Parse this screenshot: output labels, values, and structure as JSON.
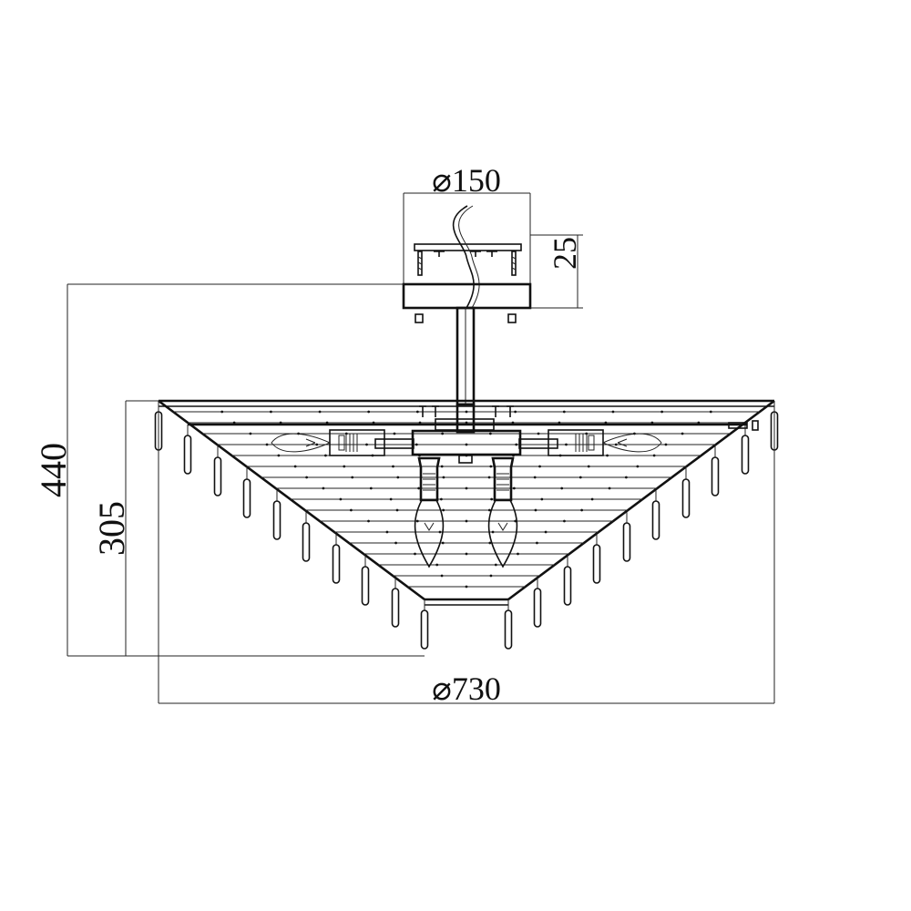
{
  "dimensions": {
    "canopy_diameter": "⌀150",
    "canopy_height": "25",
    "overall_height": "440",
    "shade_height": "305",
    "shade_diameter": "⌀730"
  },
  "colors": {
    "line": "#111111",
    "background": "#ffffff"
  },
  "icons": {
    "bulb": "candle-bulb-icon",
    "screw": "screw-icon",
    "crystal": "crystal-pendant-icon"
  }
}
